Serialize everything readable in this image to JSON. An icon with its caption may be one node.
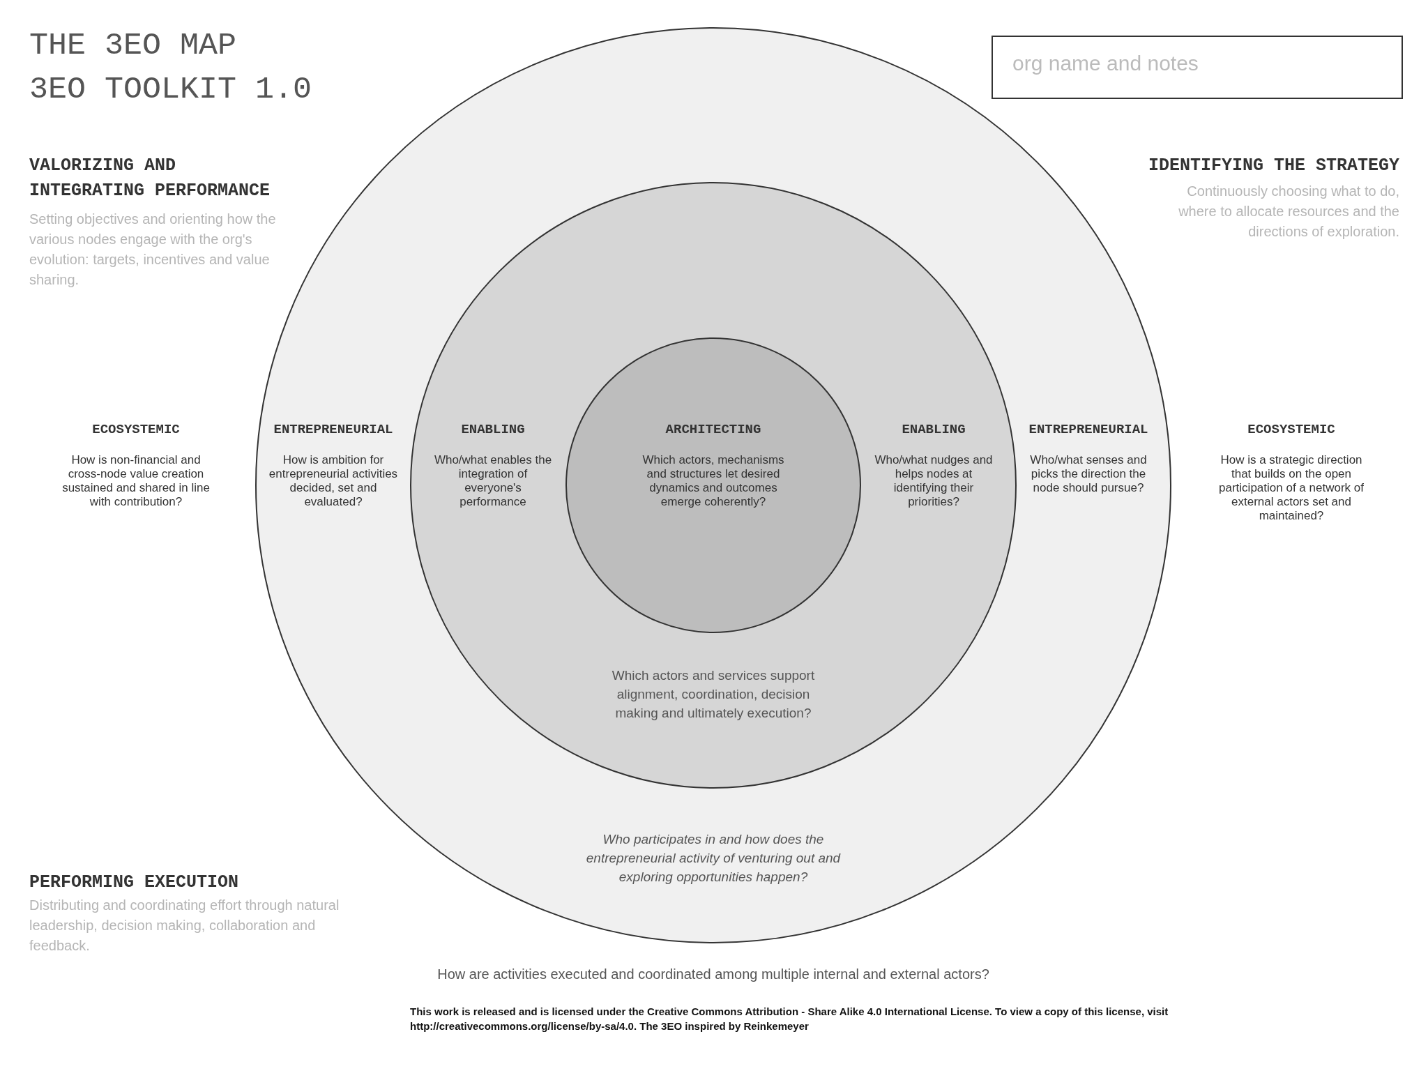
{
  "diagram": {
    "title": "THE 3EO MAP",
    "nodes": [
      {
        "text": [
          "org name and notes"
        ]
      },
      {
        "text": [
          "ENTREPRENEURIAL",
          "How is ambition for entrepreneurial activities decided, set and evaluated?",
          "ENTREPRENEURIAL",
          "Who/what senses and picks the direction the node should pursue?",
          "Who participates in and how does the entrepreneurial activity of venturing out and exploring opportunities happen?"
        ]
      },
      {
        "text": [
          "ENABLING",
          "Who/what enables the integration of everyone's performance",
          "ENABLING",
          "Who/what nudges and helps nodes at identifying their priorities?",
          "Which actors and services support alignment, coordination, decision making and ultimately execution?"
        ],
        "in": 1
      },
      {
        "text": [
          "ARCHITECTING",
          "Which actors, mechanisms and structures let desired dynamics and outcomes emerge coherently?"
        ],
        "in": 2
      }
    ],
    "edges": [],
    "labels": [
      "3EO TOOLKIT 1.0",
      "VALORIZING AND INTEGRATING PERFORMANCE",
      "Setting objectives and orienting how the various nodes engage with the org's evolution: targets, incentives and value sharing.",
      "IDENTIFYING THE STRATEGY",
      "Continuously choosing what to do, where to allocate resources and the directions of exploration.",
      "ECOSYSTEMIC",
      "How is non-financial and cross-node value creation sustained and shared in line with contribution?",
      "ECOSYSTEMIC",
      "How is a strategic direction that builds on the open participation of a network of external actors set and maintained?",
      "PERFORMING EXECUTION",
      "Distributing and coordinating effort through natural leadership, decision making, collaboration and feedback.",
      "How are activities executed and coordinated among multiple internal and external actors?",
      "This work is released and is licensed under the Creative Commons Attribution - Share Alike 4.0 International License. To view a copy of this license, visit http://creativecommons.org/license/by-sa/4.0. The 3EO inspired by Reinkemeyer"
    ]
  }
}
